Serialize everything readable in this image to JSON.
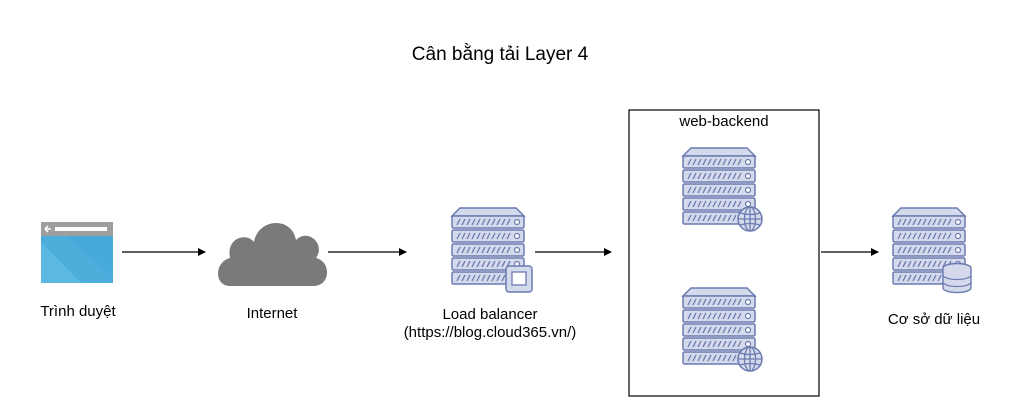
{
  "diagram": {
    "title": "Cân bằng tải Layer 4",
    "nodes": {
      "browser": {
        "label": "Trình duyệt",
        "icon": "browser-window-icon"
      },
      "internet": {
        "label": "Internet",
        "icon": "cloud-icon"
      },
      "load_balancer": {
        "label": "Load balancer",
        "sublabel": "(https://blog.cloud365.vn/)",
        "icon": "server-proxy-icon"
      },
      "web_backend": {
        "label": "web-backend",
        "icon": "web-server-icon"
      },
      "database": {
        "label": "Cơ sở dữ liệu",
        "icon": "database-server-icon"
      }
    },
    "edges": [
      {
        "from": "browser",
        "to": "internet"
      },
      {
        "from": "internet",
        "to": "load_balancer"
      },
      {
        "from": "load_balancer",
        "to": "web_backend"
      },
      {
        "from": "web_backend",
        "to": "database"
      }
    ],
    "colors": {
      "server_fill": "#D4DAEC",
      "server_stroke": "#6C7BB0",
      "browser_blue": "#4DAEDC",
      "browser_header": "#9E9E9E",
      "cloud_gray": "#7A7A7A"
    }
  }
}
